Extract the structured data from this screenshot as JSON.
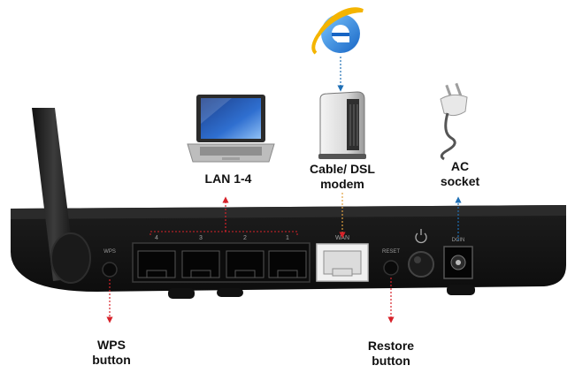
{
  "labels": {
    "lan": "LAN 1-4",
    "modem_line1": "Cable/ DSL",
    "modem_line2": "modem",
    "ac_line1": "AC",
    "ac_line2": "socket",
    "wps_line1": "WPS",
    "wps_line2": "button",
    "restore_line1": "Restore",
    "restore_line2": "button"
  },
  "panel_markings": {
    "wps": "WPS",
    "reset": "RESET",
    "wan": "WAN",
    "dc_in": "DCIN",
    "lan_port_numbers": [
      "4",
      "3",
      "2",
      "1"
    ]
  },
  "icons": [
    "laptop-icon",
    "internet-explorer-icon",
    "modem-icon",
    "ac-plug-icon"
  ],
  "colors": {
    "arrow_red": "#d7222a",
    "arrow_blue": "#1f6fb5",
    "router_body": "#1a1a1a",
    "wan_port": "#e8e8e8"
  }
}
